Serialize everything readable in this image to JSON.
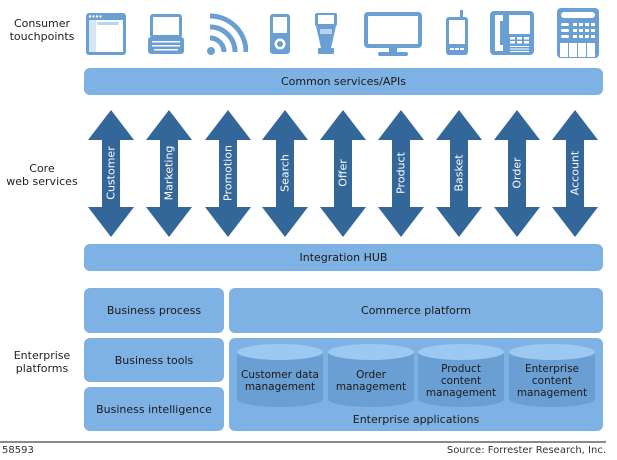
{
  "rows": {
    "consumer": "Consumer\ntouchpoints",
    "consumer_l1": "Consumer",
    "consumer_l2": "touchpoints",
    "core_l1": "Core",
    "core_l2": "web services",
    "enterprise_l1": "Enterprise",
    "enterprise_l2": "platforms"
  },
  "touchpoints": [
    {
      "icon": "browser-window-icon"
    },
    {
      "icon": "netbook-icon"
    },
    {
      "icon": "wireless-signal-icon"
    },
    {
      "icon": "media-player-icon"
    },
    {
      "icon": "kiosk-icon"
    },
    {
      "icon": "monitor-icon"
    },
    {
      "icon": "mobile-phone-icon"
    },
    {
      "icon": "desk-phone-icon"
    },
    {
      "icon": "pos-terminal-icon"
    }
  ],
  "common_services": "Common services/APIs",
  "web_services": [
    "Customer",
    "Marketing",
    "Promotion",
    "Search",
    "Offer",
    "Product",
    "Basket",
    "Order",
    "Account"
  ],
  "integration_hub": "Integration HUB",
  "business": {
    "process": "Business process",
    "tools": "Business tools",
    "intelligence": "Business intelligence"
  },
  "commerce_platform": "Commerce platform",
  "enterprise_apps": {
    "label": "Enterprise applications",
    "items": [
      {
        "l1": "Customer data",
        "l2": "management",
        "l3": ""
      },
      {
        "l1": "Order",
        "l2": "management",
        "l3": ""
      },
      {
        "l1": "Product",
        "l2": "content",
        "l3": "management"
      },
      {
        "l1": "Enterprise",
        "l2": "content",
        "l3": "management"
      }
    ]
  },
  "footer": {
    "id": "58593",
    "source": "Source: Forrester Research, Inc."
  },
  "colors": {
    "bar": "#7fb2e4",
    "arrow": "#336699",
    "icon": "#6a9fd4",
    "cylinder_body": "#6a9fd4",
    "cylinder_top": "#9cc8f2"
  }
}
